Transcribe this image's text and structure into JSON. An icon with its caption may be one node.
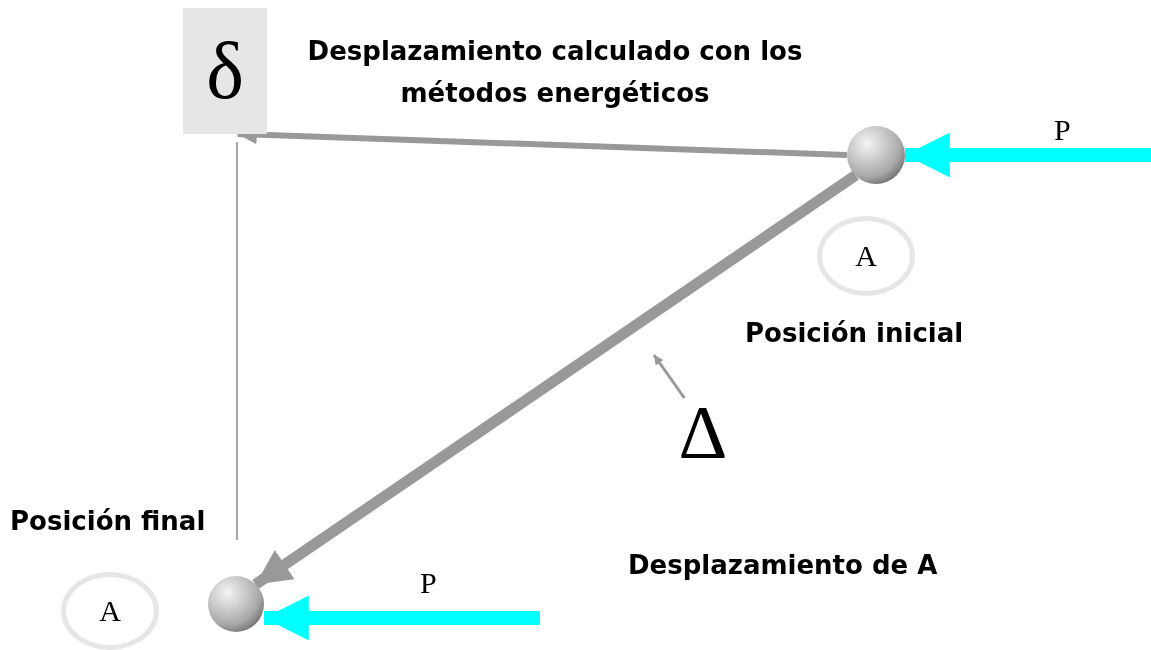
{
  "diagram": {
    "nodes": [
      {
        "text": [
          "δ"
        ],
        "beside": [
          "Desplazamiento calculado con los métodos energéticos"
        ]
      },
      {
        "text": [],
        "shape": "circle"
      },
      {
        "text": [],
        "shape": "circle"
      },
      {
        "text": [
          "A"
        ]
      },
      {
        "text": [
          "A"
        ]
      },
      {
        "text": [
          "Δ"
        ]
      }
    ],
    "edges": [
      {
        "from": 1,
        "to": 0,
        "arrow": "to"
      },
      {
        "from": 1,
        "to": 2,
        "arrow": "to"
      },
      {
        "from": null,
        "to": 1,
        "arrow": "to",
        "label": "P",
        "color": "#00ffff"
      },
      {
        "from": null,
        "to": 2,
        "arrow": "to",
        "label": "P",
        "color": "#00ffff"
      },
      {
        "from": 5,
        "to": null,
        "arrow": "to"
      }
    ],
    "labels": [
      "Posición inicial",
      "Posición final",
      "Desplazamiento de A"
    ]
  }
}
